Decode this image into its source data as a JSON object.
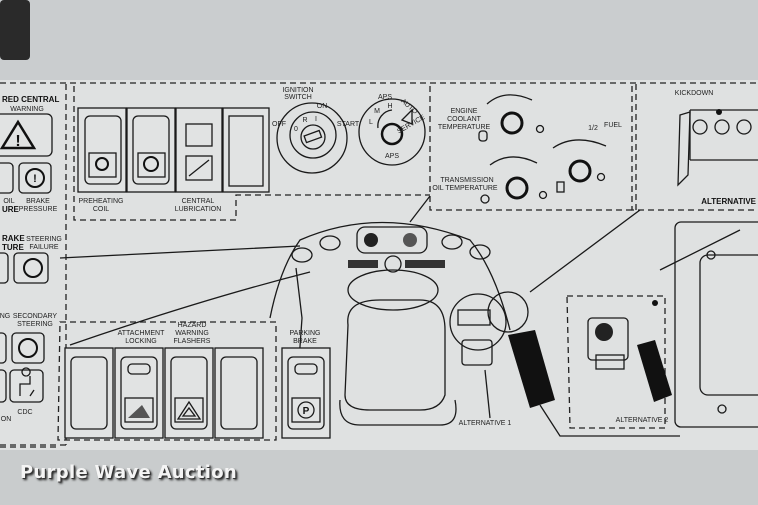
{
  "left_panel": {
    "warning_title_1": "RED CENTRAL",
    "warning_title_2": "WARNING",
    "oil_1": "OIL",
    "oil_2": "URE",
    "brake_pressure_1": "BRAKE",
    "brake_pressure_2": "PRESSURE",
    "brake_temp_1": "RAKE",
    "brake_temp_2": "TURE",
    "steering_failure_1": "STEERING",
    "steering_failure_2": "FAILURE",
    "ng": "NG",
    "secondary_steering_1": "SECONDARY",
    "secondary_steering_2": "STEERING",
    "cdc": "CDC",
    "on": "ON"
  },
  "top_switches": {
    "preheating_1": "PREHEATING",
    "preheating_2": "COIL",
    "central_1": "CENTRAL",
    "central_2": "LUBRICATION"
  },
  "ignition": {
    "title_1": "IGNITION",
    "title_2": "SWITCH",
    "on": "ON",
    "off": "OFF",
    "start": "START",
    "r": "R",
    "i": "I",
    "zero": "0"
  },
  "aps": {
    "title": "APS",
    "bottom": "APS",
    "l": "L",
    "m": "M",
    "h": "H",
    "auto": "AUTO",
    "service": "SERVICE"
  },
  "gauges": {
    "coolant_1": "ENGINE",
    "coolant_2": "COOLANT",
    "coolant_3": "TEMPERATURE",
    "trans_1": "TRANSMISSION",
    "trans_2": "OIL TEMPERATURE",
    "fuel": "FUEL",
    "half": "1/2"
  },
  "right": {
    "kickdown": "KICKDOWN",
    "alternative": "ALTERNATIVE"
  },
  "bottom_switches": {
    "attachment_1": "ATTACHMENT",
    "attachment_2": "LOCKING",
    "hazard_1": "HAZARD",
    "hazard_2": "WARNING",
    "hazard_3": "FLASHERS",
    "parking_1": "PARKING",
    "parking_2": "BRAKE"
  },
  "alternatives": {
    "alt1": "ALTERNATIVE 1",
    "alt2": "ALTERNATIVE 2"
  },
  "watermark": "Purple Wave Auction"
}
